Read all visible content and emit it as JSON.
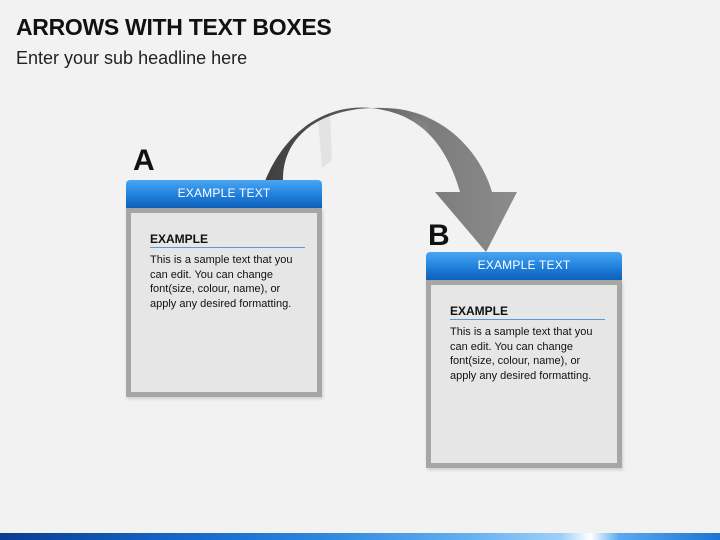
{
  "title": "ARROWS WITH TEXT BOXES",
  "subtitle": "Enter your sub headline here",
  "colors": {
    "background": "#f2f2f2",
    "header_blue": "#1f7fdc",
    "box_border": "#a6a6a6",
    "box_fill": "#e6e6e6",
    "arrow_dark": "#3f3f3f",
    "arrow_light": "#8c8c8c"
  },
  "arrow": {
    "icon": "curved-arrow-icon",
    "from": "A",
    "to": "B"
  },
  "boxes": [
    {
      "letter": "A",
      "header": "EXAMPLE TEXT",
      "heading": "EXAMPLE",
      "body": "This is a sample text that you can edit. You can change font(size, colour, name), or apply any desired formatting."
    },
    {
      "letter": "B",
      "header": "EXAMPLE TEXT",
      "heading": "EXAMPLE",
      "body": "This is a sample text that you can edit. You can change font(size, colour, name), or apply any desired formatting."
    }
  ]
}
